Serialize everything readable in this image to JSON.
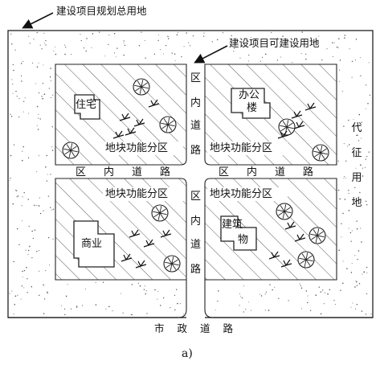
{
  "labels": {
    "total_land": "建设项目规划总用地",
    "buildable_land": "建设项目可建设用地",
    "internal_road_h_left": "区内道路",
    "internal_road_h_right": "区内道路",
    "internal_road_v_top": [
      "区",
      "内",
      "道",
      "路"
    ],
    "internal_road_v_bottom": [
      "区",
      "内",
      "道",
      "路"
    ],
    "municipal_road": "市政道路",
    "land_on_behalf": [
      "代",
      "征",
      "用",
      "地"
    ],
    "caption": "a)"
  },
  "blocks": {
    "top_left": {
      "function_label": "地块功能分区",
      "building": "住宅"
    },
    "top_right": {
      "function_label": "地块功能分区",
      "building": [
        "办公",
        "楼"
      ]
    },
    "bottom_left": {
      "function_label": "地块功能分区",
      "building": "商业"
    },
    "bottom_right": {
      "function_label": "地块功能分区",
      "building": [
        "建筑",
        "物"
      ]
    }
  }
}
